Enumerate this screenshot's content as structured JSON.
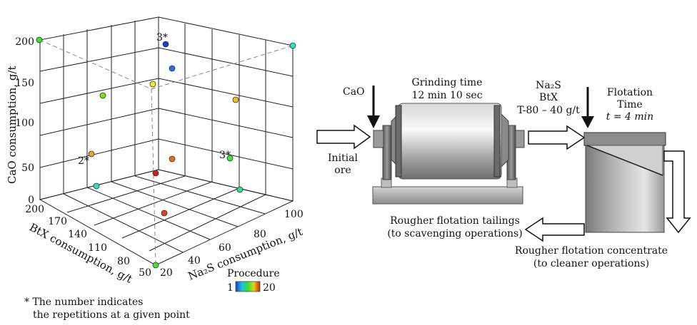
{
  "chart_data": {
    "type": "scatter3d",
    "axes": {
      "x": {
        "label": "Na₂S consumption, g/t",
        "ticks": [
          "20",
          "40",
          "60",
          "80",
          "100"
        ]
      },
      "y": {
        "label": "BtX consumption, g/t",
        "ticks": [
          "50",
          "80",
          "110",
          "140",
          "170",
          "200"
        ]
      },
      "z": {
        "label": "CaO consumption, g/t",
        "ticks": [
          "0",
          "50",
          "100",
          "150",
          "200"
        ]
      }
    },
    "colorbar": {
      "title": "Procedure",
      "min": "1",
      "max": "20"
    },
    "annotations": [
      {
        "text": "3*",
        "near": "blue point at top"
      },
      {
        "text": "2*",
        "near": "orange point at left"
      },
      {
        "text": "3*",
        "near": "green point at right"
      }
    ],
    "footnote": {
      "line1": "* The number indicates",
      "line2": "the repetitions at a given point"
    },
    "points_color_scale": [
      "#1f3cc8",
      "#20a0e0",
      "#26e0c0",
      "#40e040",
      "#a0e020",
      "#f0f020",
      "#f0a020",
      "#e06010",
      "#d02010"
    ]
  },
  "diagram": {
    "cao_label": "CaO",
    "grinding_title_1": "Grinding time",
    "grinding_title_2": "12 min 10 sec",
    "initial_ore_1": "Initial",
    "initial_ore_2": "ore",
    "reagents_1": "Na₂S",
    "reagents_2": "BtX",
    "reagents_3": "T-80 – 40 g/t",
    "flotation_1": "Flotation",
    "flotation_2": "Time",
    "flotation_3": "t = 4 min",
    "tailings_1": "Rougher flotation tailings",
    "tailings_2": "(to scavenging operations)",
    "concentrate_1": "Rougher flotation concentrate",
    "concentrate_2": "(to cleaner operations)"
  }
}
